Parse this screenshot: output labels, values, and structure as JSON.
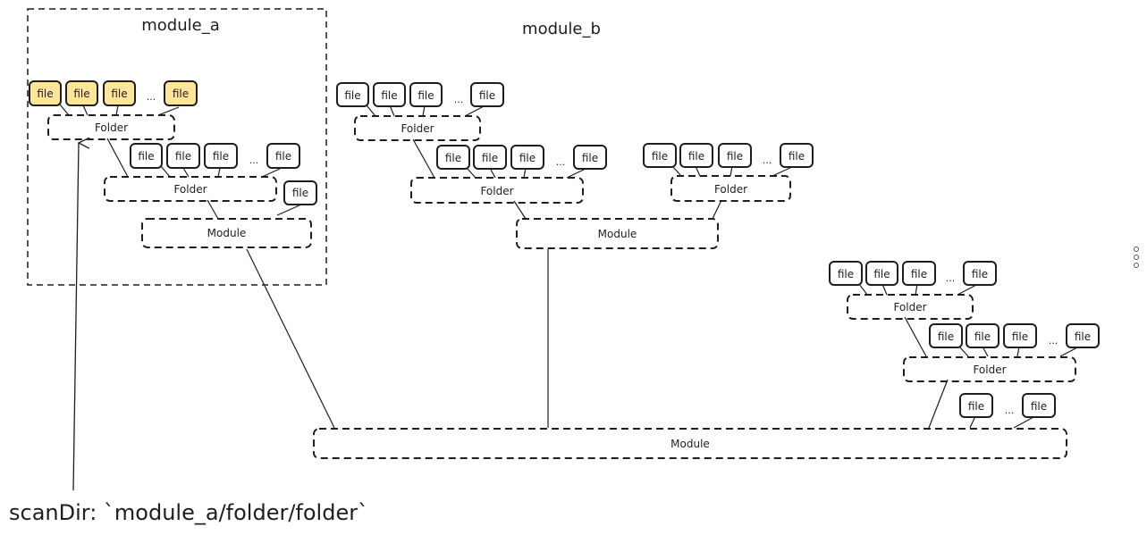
{
  "diagram": {
    "colors": {
      "stroke": "#1e1e1e",
      "highlight_fill": "#ffe599",
      "file_fill": "#ffffff"
    },
    "groups": [
      {
        "id": "module_a",
        "label": "module_a",
        "container": true
      },
      {
        "id": "module_b",
        "label": "module_b",
        "container": false
      }
    ],
    "nodes": {
      "file_label": "file",
      "folder_label": "Folder",
      "module_label": "Module",
      "ellipsis": "..."
    },
    "module_a": {
      "folder_1": {
        "label": "Folder",
        "files": [
          "file",
          "file",
          "file",
          "...",
          "file"
        ],
        "files_highlighted": true
      },
      "folder_2": {
        "label": "Folder",
        "files": [
          "file",
          "file",
          "file",
          "...",
          "file"
        ]
      },
      "module": {
        "label": "Module",
        "files": [
          "file"
        ]
      }
    },
    "module_b": {
      "folder_1": {
        "label": "Folder",
        "files": [
          "file",
          "file",
          "file",
          "...",
          "file"
        ]
      },
      "folder_2": {
        "label": "Folder",
        "files": [
          "file",
          "file",
          "file",
          "...",
          "file"
        ]
      },
      "folder_3": {
        "label": "Folder",
        "files": [
          "file",
          "file",
          "file",
          "...",
          "file"
        ]
      },
      "module": {
        "label": "Module"
      }
    },
    "module_c": {
      "folder_1": {
        "label": "Folder",
        "files": [
          "file",
          "file",
          "file",
          "...",
          "file"
        ]
      },
      "folder_2": {
        "label": "Folder",
        "files": [
          "file",
          "file",
          "file",
          "...",
          "file"
        ]
      },
      "module": {
        "label": "Module",
        "files": [
          "file",
          "...",
          "file"
        ]
      }
    },
    "annotation": {
      "text": "scanDir: `module_a/folder/folder`",
      "points_to": "module_a folder_1"
    },
    "menu_icon": "more-vertical-icon"
  }
}
